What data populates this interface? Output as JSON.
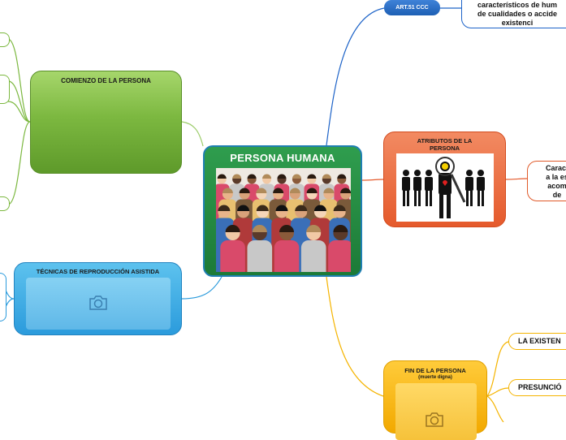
{
  "central": {
    "title": "PERSONA HUMANA",
    "image": "crowd-photo"
  },
  "nodes": {
    "comienzo": {
      "label": "COMIENZO DE LA PERSONA",
      "color": "#7cb840"
    },
    "tecnicas": {
      "label": "TÉCNICAS DE REPRODUCCIÓN ASISTIDA",
      "color": "#2b9bdc",
      "icon": "camera-icon"
    },
    "atributos": {
      "line1": "ATRIBUTOS DE LA",
      "line2": "PERSONA",
      "color": "#e55a2c",
      "image": "people-icon"
    },
    "fin": {
      "label": "FIN DE LA PERSONA",
      "sublabel": "(muerte digna)",
      "color": "#f2a900",
      "icon": "camera-icon"
    },
    "art51": {
      "label": "ART.51 CCC",
      "color": "#1d5fb4"
    }
  },
  "text_boxes": {
    "desc1": {
      "line1": "característicos de hum",
      "line2": "de cualidades o accide",
      "line3": "existenci"
    },
    "desc2": {
      "line1": "Caract",
      "line2": "a la es",
      "line3": "acom",
      "line4": "de"
    },
    "existencia": "LA EXISTEN",
    "presuncion": "PRESUNCIÓ"
  }
}
